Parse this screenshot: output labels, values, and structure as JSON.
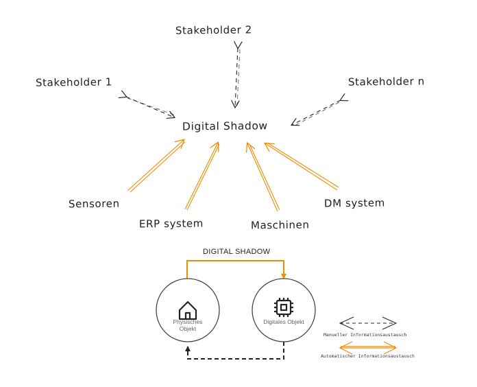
{
  "concept": {
    "center": "Digital Shadow",
    "stakeholders": [
      "Stakeholder 1",
      "Stakeholder 2",
      "Stakeholder n"
    ],
    "sources": [
      "Sensoren",
      "ERP system",
      "Maschinen",
      "DM system"
    ]
  },
  "schematic": {
    "title": "DIGITAL SHADOW",
    "physical_label": "Physisches Objekt",
    "digital_label": "Digitales Objekt",
    "physical_icon": "house-icon",
    "digital_icon": "chip-icon"
  },
  "legend": {
    "manual": "Manueller Informationsaustausch",
    "automatic": "Automatischer Informationsaustausch"
  },
  "colors": {
    "manual": "#222222",
    "automatic": "#f08c00",
    "circle": "#444444"
  }
}
